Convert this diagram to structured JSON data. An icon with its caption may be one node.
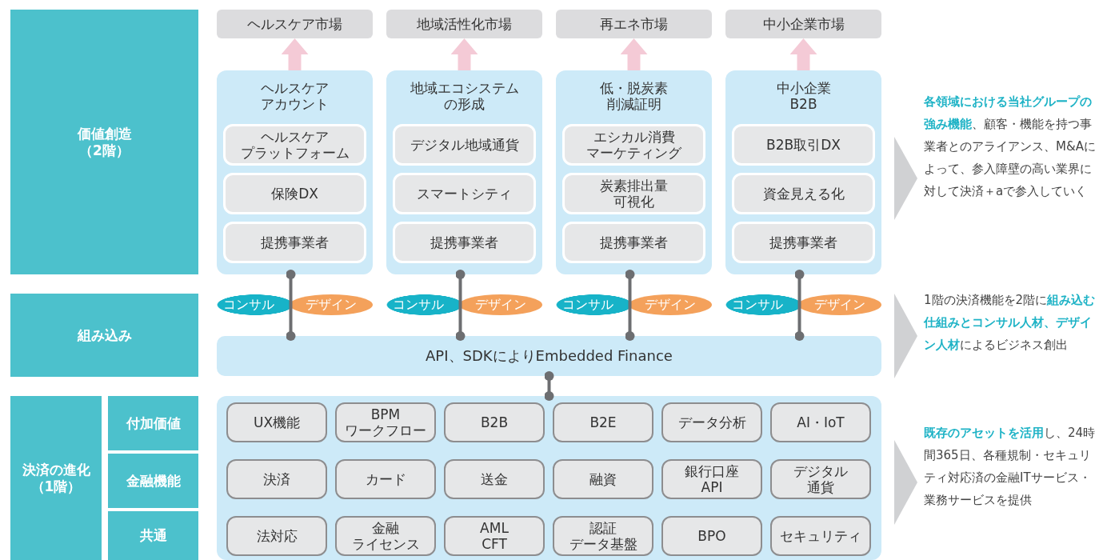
{
  "diagram": {
    "nodes": [
      {
        "text": [
          "価値創造（2階）"
        ]
      },
      {
        "text": [
          "組み込み"
        ]
      },
      {
        "text": [
          "決済の進化（1階）"
        ]
      },
      {
        "text": [
          "付加価値"
        ]
      },
      {
        "text": [
          "金融機能"
        ]
      },
      {
        "text": [
          "共通"
        ]
      },
      {
        "text": [
          "ヘルスケア市場"
        ]
      },
      {
        "text": [
          "地域活性化市場"
        ]
      },
      {
        "text": [
          "再エネ市場"
        ]
      },
      {
        "text": [
          "中小企業市場"
        ]
      },
      {
        "text": [
          "ヘルスケアアカウント"
        ]
      },
      {
        "text": [
          "ヘルスケアプラットフォーム"
        ],
        "in": 10
      },
      {
        "text": [
          "保険DX"
        ],
        "in": 10
      },
      {
        "text": [
          "提携事業者"
        ],
        "in": 10
      },
      {
        "text": [
          "地域エコシステムの形成"
        ]
      },
      {
        "text": [
          "デジタル地域通貨"
        ],
        "in": 14
      },
      {
        "text": [
          "スマートシティ"
        ],
        "in": 14
      },
      {
        "text": [
          "提携事業者"
        ],
        "in": 14
      },
      {
        "text": [
          "低・脱炭素削減証明"
        ]
      },
      {
        "text": [
          "エシカル消費マーケティング"
        ],
        "in": 18
      },
      {
        "text": [
          "炭素排出量可視化"
        ],
        "in": 18
      },
      {
        "text": [
          "提携事業者"
        ],
        "in": 18
      },
      {
        "text": [
          "中小企業B2B"
        ]
      },
      {
        "text": [
          "B2B取引DX"
        ],
        "in": 22
      },
      {
        "text": [
          "資金見える化"
        ],
        "in": 22
      },
      {
        "text": [
          "提携事業者"
        ],
        "in": 22
      },
      {
        "text": [
          "コンサル"
        ]
      },
      {
        "text": [
          "デザイン"
        ]
      },
      {
        "text": [
          "コンサル"
        ]
      },
      {
        "text": [
          "デザイン"
        ]
      },
      {
        "text": [
          "コンサル"
        ]
      },
      {
        "text": [
          "デザイン"
        ]
      },
      {
        "text": [
          "コンサル"
        ]
      },
      {
        "text": [
          "デザイン"
        ]
      },
      {
        "text": [
          "API、SDKによりEmbedded Finance"
        ]
      },
      {
        "text": [],
        "shape": "box"
      },
      {
        "text": [
          "UX機能"
        ],
        "in": 35
      },
      {
        "text": [
          "BPM ワークフロー"
        ],
        "in": 35
      },
      {
        "text": [
          "B2B"
        ],
        "in": 35
      },
      {
        "text": [
          "B2E"
        ],
        "in": 35
      },
      {
        "text": [
          "データ分析"
        ],
        "in": 35
      },
      {
        "text": [
          "AI・IoT"
        ],
        "in": 35
      },
      {
        "text": [
          "決済"
        ],
        "in": 35
      },
      {
        "text": [
          "カード"
        ],
        "in": 35
      },
      {
        "text": [
          "送金"
        ],
        "in": 35
      },
      {
        "text": [
          "融資"
        ],
        "in": 35
      },
      {
        "text": [
          "銀行口座API"
        ],
        "in": 35
      },
      {
        "text": [
          "デジタル通貨"
        ],
        "in": 35
      },
      {
        "text": [
          "法対応"
        ],
        "in": 35
      },
      {
        "text": [
          "金融ライセンス"
        ],
        "in": 35
      },
      {
        "text": [
          "AML CFT"
        ],
        "in": 35
      },
      {
        "text": [
          "認証データ基盤"
        ],
        "in": 35
      },
      {
        "text": [
          "BPO"
        ],
        "in": 35
      },
      {
        "text": [
          "セキュリティ"
        ],
        "in": 35
      }
    ],
    "edges": [
      {
        "from": 10,
        "to": 6,
        "arrow": "to",
        "style": "thick",
        "color": "#f4cad6"
      },
      {
        "from": 14,
        "to": 7,
        "arrow": "to",
        "style": "thick",
        "color": "#f4cad6"
      },
      {
        "from": 18,
        "to": 8,
        "arrow": "to",
        "style": "thick",
        "color": "#f4cad6"
      },
      {
        "from": 22,
        "to": 9,
        "arrow": "to",
        "style": "thick",
        "color": "#f4cad6"
      },
      {
        "from": 10,
        "to": 34,
        "arrow": "other"
      },
      {
        "from": 14,
        "to": 34,
        "arrow": "other"
      },
      {
        "from": 18,
        "to": 34,
        "arrow": "other"
      },
      {
        "from": 22,
        "to": 34,
        "arrow": "other"
      },
      {
        "from": 34,
        "to": 35,
        "arrow": "other"
      }
    ],
    "labels": [
      "**各領域における当社グループの強み機能**、顧客・機能を持つ事業者とのアライアンス、M&Aによって、参入障壁の高い業界に対して決済＋aで参入していく",
      "1階の決済機能を2階に**組み込む仕組みとコンサル人材、デザイン人材**によるビジネス創出",
      "**既存のアセットを活用**し、24時間365日、各種規制・セキュリティ対応済の金融ITサービス・業務サービスを提供"
    ]
  }
}
